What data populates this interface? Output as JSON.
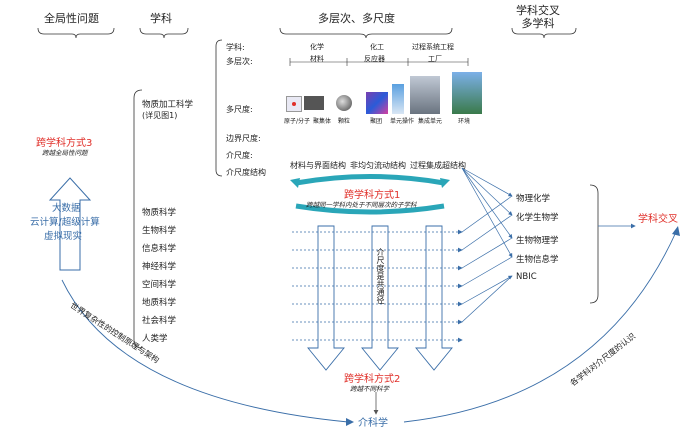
{
  "headers": {
    "global": "全局性问题",
    "discipline": "学科",
    "multi": "多层次、多尺度",
    "cross": "学科交叉\n多学科"
  },
  "levels": {
    "discipline_label": "学科:",
    "multilevel_label": "多层次:",
    "multiscale_label": "多尺度:",
    "boundary_label": "边界尺度:",
    "meso_label": "介尺度:",
    "meso_structure_label": "介尺度结构",
    "col1_top": "化学",
    "col1_bottom": "材料",
    "col2_top": "化工",
    "col2_bottom": "反应器",
    "col3_top": "过程系统工程",
    "col3_bottom": "工厂",
    "scale_items": [
      "原子/分子",
      "聚集体",
      "颗粒",
      "聚团",
      "单元操作",
      "集成单元",
      "环境"
    ],
    "structure_items": [
      "材料与界面结构",
      "非均匀流动结构",
      "过程集成超结构"
    ]
  },
  "disciplines": {
    "material_processing": "物质加工科学",
    "material_processing_note": "(详见图1)",
    "list": [
      "物质科学",
      "生物科学",
      "信息科学",
      "神经科学",
      "空间科学",
      "地质科学",
      "社会科学",
      "人类学"
    ]
  },
  "modes": {
    "mode1_title": "跨学科方式1",
    "mode1_sub": "跨越同一学科内处于不同层次的子学科",
    "mode2_title": "跨学科方式2",
    "mode2_sub": "跨越不同科学",
    "mode3_title": "跨学科方式3",
    "mode3_sub": "跨越全局性问题"
  },
  "meso_arrow_text": "介尺度是共通径",
  "big_data": {
    "line1": "大数据",
    "line2": "云计算/超级计算",
    "line3": "虚拟现实"
  },
  "cross_items": [
    "物理化学",
    "化学生物学",
    "生物物理学",
    "生物信息学",
    "NBIC"
  ],
  "cross_label": "学科交叉",
  "bottom_title": "介科学",
  "curve_left_text": "世界复杂性的控制原理与架构",
  "curve_right_text": "各学科对介尺度的认识",
  "colors": {
    "red": "#e0302a",
    "blue": "#3a6ea8",
    "teal": "#2aa6b8"
  }
}
